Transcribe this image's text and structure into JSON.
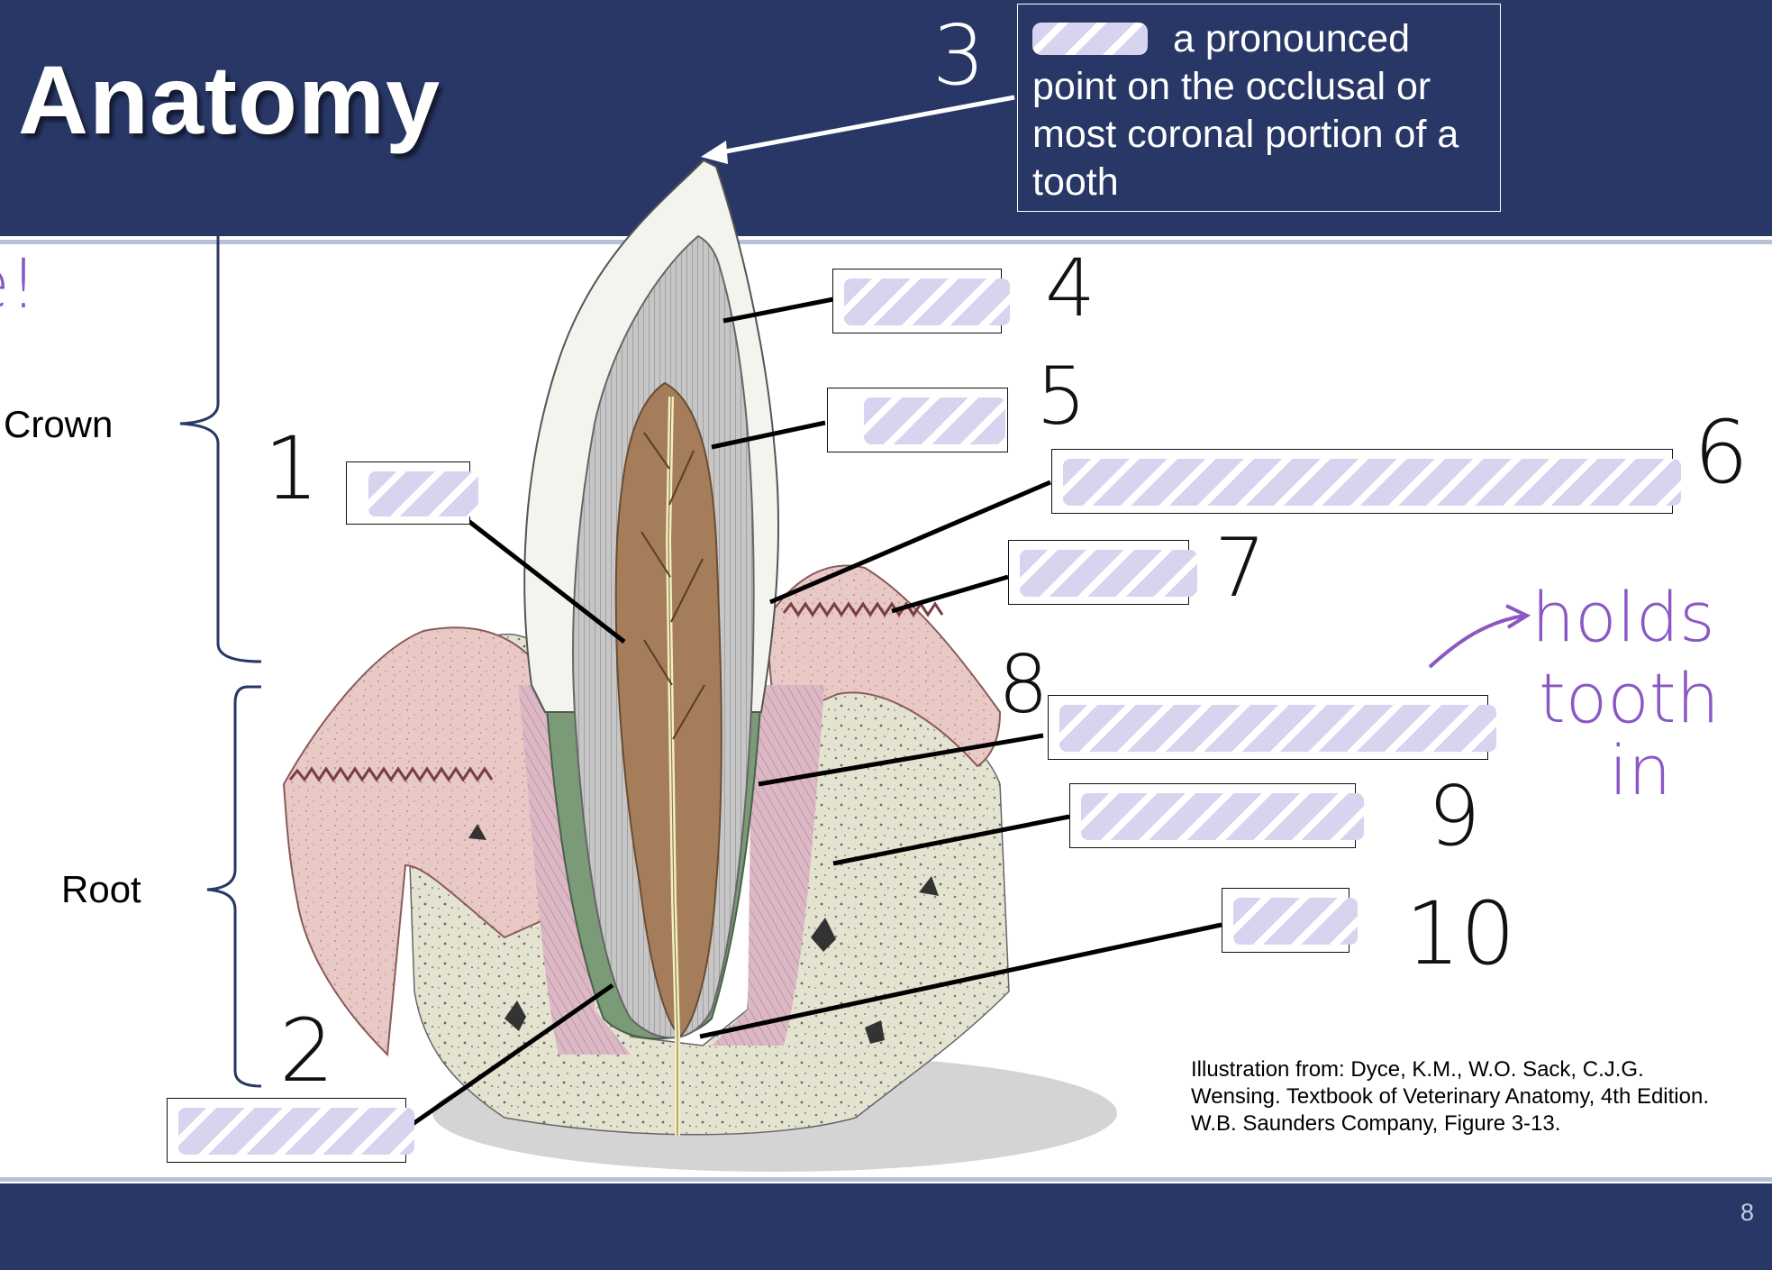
{
  "slide": {
    "title": "Anatomy",
    "page_number": "8"
  },
  "callout": {
    "number": "3",
    "text": "a pronounced point on the occlusal or most coronal portion of a tooth"
  },
  "side_labels": {
    "crown": "Crown",
    "root": "Root"
  },
  "label_numbers": {
    "n1": "1",
    "n2": "2",
    "n4": "4",
    "n5": "5",
    "n6": "6",
    "n7": "7",
    "n8": "8",
    "n9": "9",
    "n10": "10"
  },
  "handwritten_note": {
    "line1": "holds",
    "line2": "tooth",
    "line3": "in",
    "edge_fragment": "e!"
  },
  "citation": {
    "line1": "Illustration from:  Dyce, K.M., W.O. Sack, C.J.G.",
    "line2": "Wensing. Textbook of Veterinary Anatomy,  4th Edition.",
    "line3": "W.B. Saunders Company, Figure 3-13."
  },
  "colors": {
    "header": "#283766",
    "redaction": "#d6d4ee",
    "note_ink": "#8a58c4",
    "enamel": "#f4f4ee",
    "dentin": "#b8b8b8",
    "pulp": "#a67d5a",
    "gingiva": "#e6c2c2",
    "bone": "#dcdcc8"
  }
}
